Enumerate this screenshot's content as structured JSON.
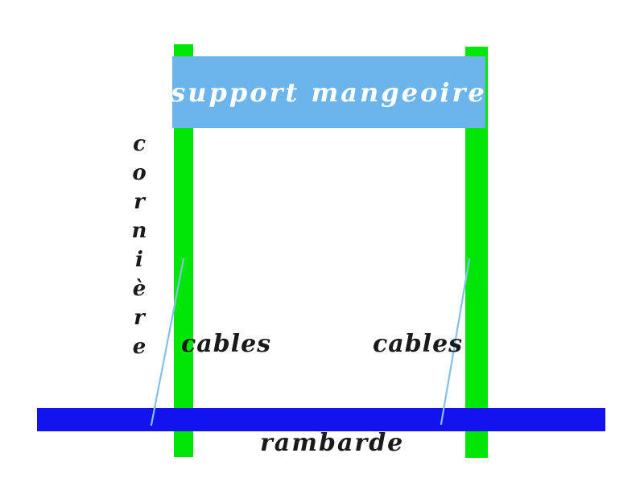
{
  "diagram": {
    "support": {
      "label": "support mangeoire"
    },
    "corniere": {
      "label": "cornière"
    },
    "cables_left": {
      "label": "cables"
    },
    "cables_right": {
      "label": "cables"
    },
    "rambarde": {
      "label": "rambarde"
    },
    "colors": {
      "background": "#ffffff",
      "support_fill": "#6cb4ec",
      "support_text": "#ffffff",
      "post_fill": "#00e607",
      "rambarde_fill": "#1213ef",
      "cable_line": "#85c0ec",
      "label_text": "#1a1a1a"
    }
  }
}
